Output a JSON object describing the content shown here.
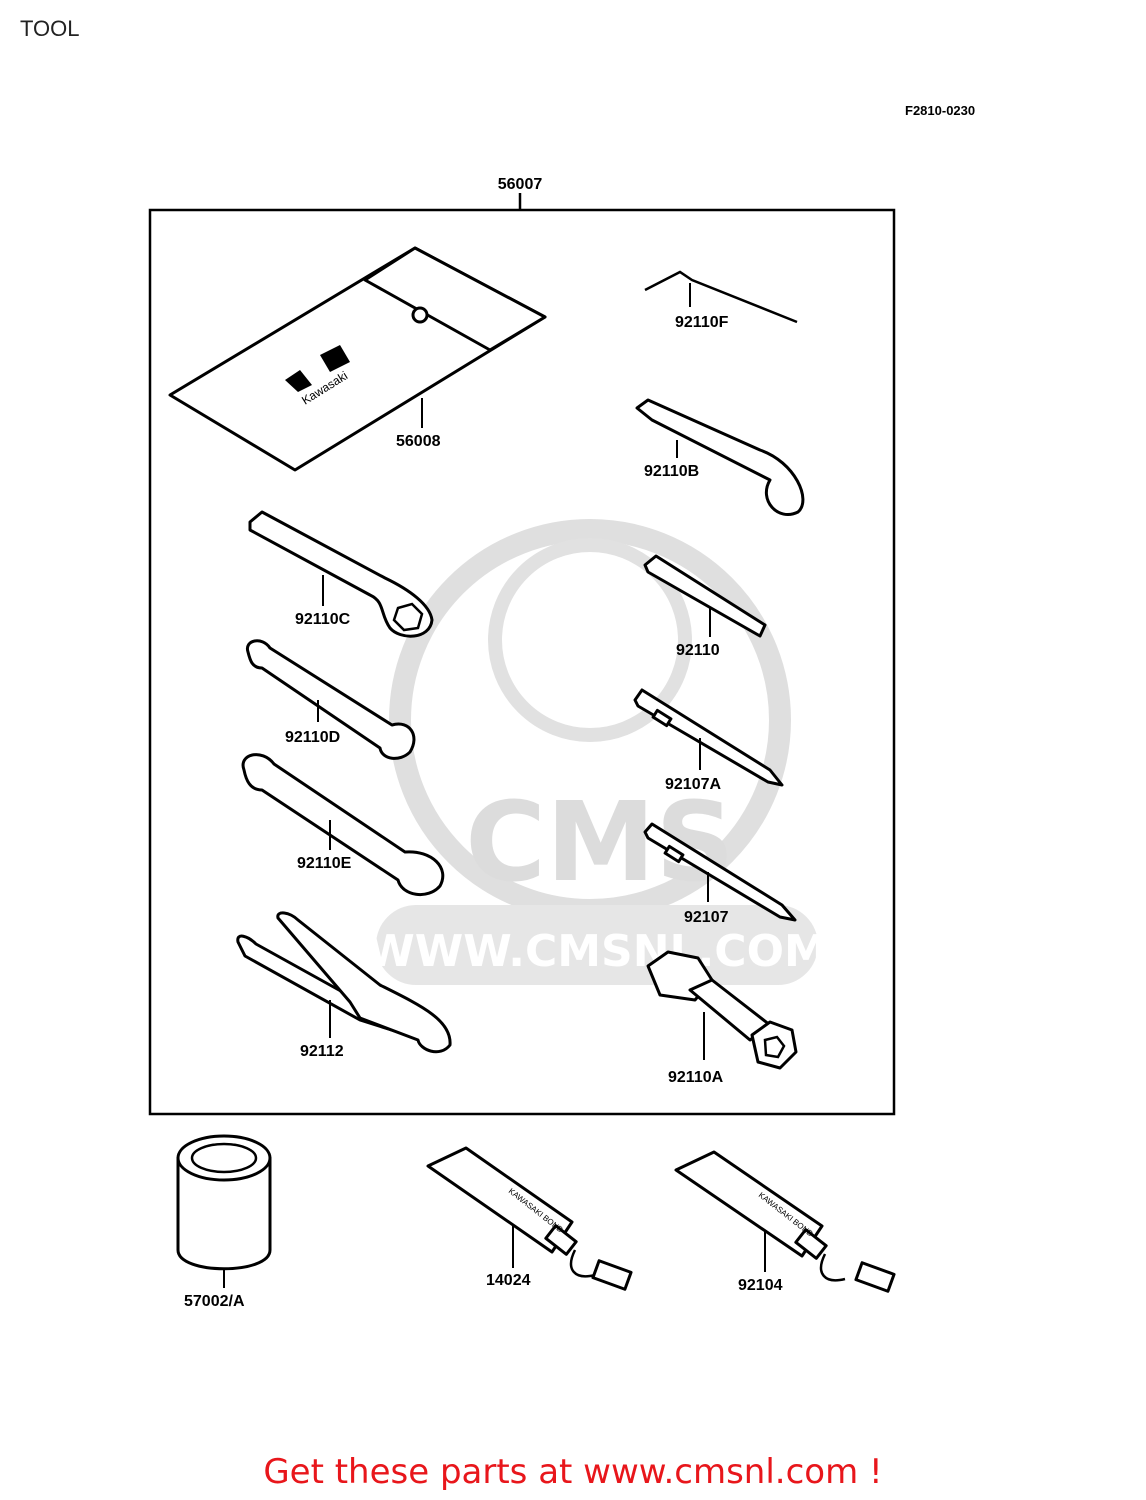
{
  "page_title": "TOOL",
  "figure_code": "F2810-0230",
  "kit_label": "56007",
  "parts": {
    "pouch": "56008",
    "pouch_brand": "Kawasaki",
    "hex_key": "92110F",
    "hook_spanner": "92110B",
    "ring_spanner": "92110C",
    "flat_spanner": "92110",
    "open_wrench_small": "92110D",
    "screwdriver_large": "92107A",
    "open_wrench_large": "92110E",
    "screwdriver_small": "92107",
    "pliers": "92112",
    "plug_socket": "92110A",
    "canister": "57002/A",
    "tube_left": "14024",
    "tube_right": "92104",
    "tube_print": "KAWASAKI BOND"
  },
  "watermark": {
    "logo": "CMS",
    "url": "WWW.CMSNL.COM"
  },
  "footer": "Get these parts at www.cmsnl.com !",
  "colors": {
    "footer": "#e8161b",
    "watermark": "#d9d9d9",
    "line": "#000000"
  }
}
